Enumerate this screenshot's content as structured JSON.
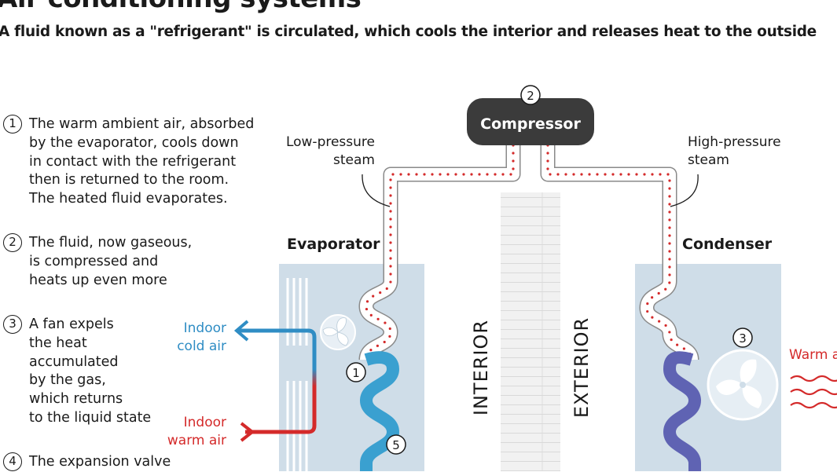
{
  "header": {
    "title": "Air conditioning systems",
    "subtitle": "A fluid known as a \"refrigerant\" is circulated, which cools the interior and releases heat to the outside"
  },
  "steps": [
    {
      "num": "1",
      "text": "The warm ambient air, absorbed\nby the evaporator, cools down\nin contact with the refrigerant\nthen is returned to the room.\nThe heated fluid evaporates."
    },
    {
      "num": "2",
      "text": "The fluid, now gaseous,\nis compressed and\nheats up even more"
    },
    {
      "num": "3",
      "text": "A fan expels\nthe heat\naccumulated\nby the gas,\nwhich returns\nto the liquid state"
    },
    {
      "num": "4",
      "text": "The expansion valve"
    }
  ],
  "diagram": {
    "compressor": "Compressor",
    "compressor_num": "2",
    "low_pressure_1": "Low-pressure",
    "low_pressure_2": "steam",
    "high_pressure_1": "High-pressure",
    "high_pressure_2": "steam",
    "evaporator": "Evaporator",
    "condenser": "Condenser",
    "interior": "INTERIOR",
    "exterior": "EXTERIOR",
    "indoor_cold_1": "Indoor",
    "indoor_cold_2": "cold air",
    "indoor_warm_1": "Indoor",
    "indoor_warm_2": "warm air",
    "warm_air": "Warm air",
    "marker_1": "1",
    "marker_3": "3",
    "marker_5": "5"
  },
  "colors": {
    "cold": "#2f8dc4",
    "warm": "#d42a2a",
    "unit_bg": "#cfdde8",
    "compressor_bg": "#3b3b3b",
    "liquid_cold": "#3aa0d0",
    "liquid_condenser": "#5f63b3"
  }
}
